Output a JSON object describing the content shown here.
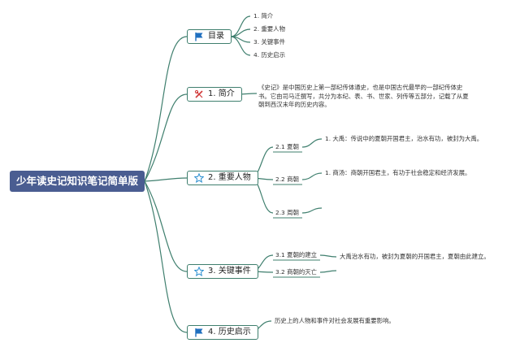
{
  "root": {
    "title": "少年读史记知识笔记简单版"
  },
  "topics": {
    "toc": {
      "label": "目录",
      "icon": "flag-icon",
      "items": [
        "1. 简介",
        "2. 重要人物",
        "3. 关键事件",
        "4. 历史启示"
      ]
    },
    "intro": {
      "label": "1. 简介",
      "icon": "tools-icon",
      "text_lines": [
        "《史记》是中国历史上第一部纪传体通史，也是中国古代最早的一部纪传体史",
        "书。它由司马迁撰写，共分为本纪、表、书、世家、列传等五部分，记载了从夏",
        "朝到西汉末年的历史内容。"
      ]
    },
    "people": {
      "label": "2. 重要人物",
      "icon": "star-icon",
      "sub": [
        {
          "label": "2.1 夏朝",
          "detail": "1. 大禹：传说中的夏朝开国君主，治水有功，被封为大禹。"
        },
        {
          "label": "2.2 商朝",
          "detail": "1. 商汤：商朝开国君主，有功于社会稳定和经济发展。"
        },
        {
          "label": "2.3 周朝",
          "detail": ""
        }
      ]
    },
    "events": {
      "label": "3. 关键事件",
      "icon": "star-icon",
      "sub": [
        {
          "label": "3.1 夏朝的建立",
          "detail": "大禹治水有功，被封为夏朝的开国君主，夏朝由此建立。"
        },
        {
          "label": "3.2 商朝的灭亡",
          "detail": ""
        }
      ]
    },
    "lessons": {
      "label": "4. 历史启示",
      "icon": "flag-icon",
      "text": "历史上的人物和事件对社会发展有重要影响。"
    }
  },
  "colors": {
    "root_fill": "#4a5d91",
    "line": "#3f7f6e",
    "flag": "#1f6fbf",
    "star": "#2a8fd0",
    "tools": "#d23a3a"
  }
}
